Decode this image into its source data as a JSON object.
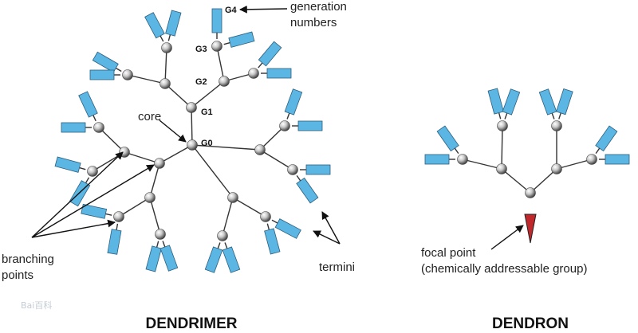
{
  "labels": {
    "generation_numbers": [
      "generation",
      "numbers"
    ],
    "core": "core",
    "branching_points": [
      "branching",
      "points"
    ],
    "termini": "termini",
    "focal_point": [
      "focal point",
      "(chemically addressable group)"
    ]
  },
  "generations": [
    "G0",
    "G1",
    "G2",
    "G3",
    "G4"
  ],
  "titles": {
    "left": "DENDRIMER",
    "right": "DENDRON"
  },
  "watermark": "Bai百科",
  "colors": {
    "terminal": "#5bb6e4",
    "terminal_stroke": "#2c5f7d",
    "focal": "#c0282b",
    "line": "#333333",
    "node": "#bdbdbd"
  },
  "icons": {
    "node": "grey-sphere",
    "terminal": "blue-rectangle",
    "focal": "red-triangle"
  }
}
